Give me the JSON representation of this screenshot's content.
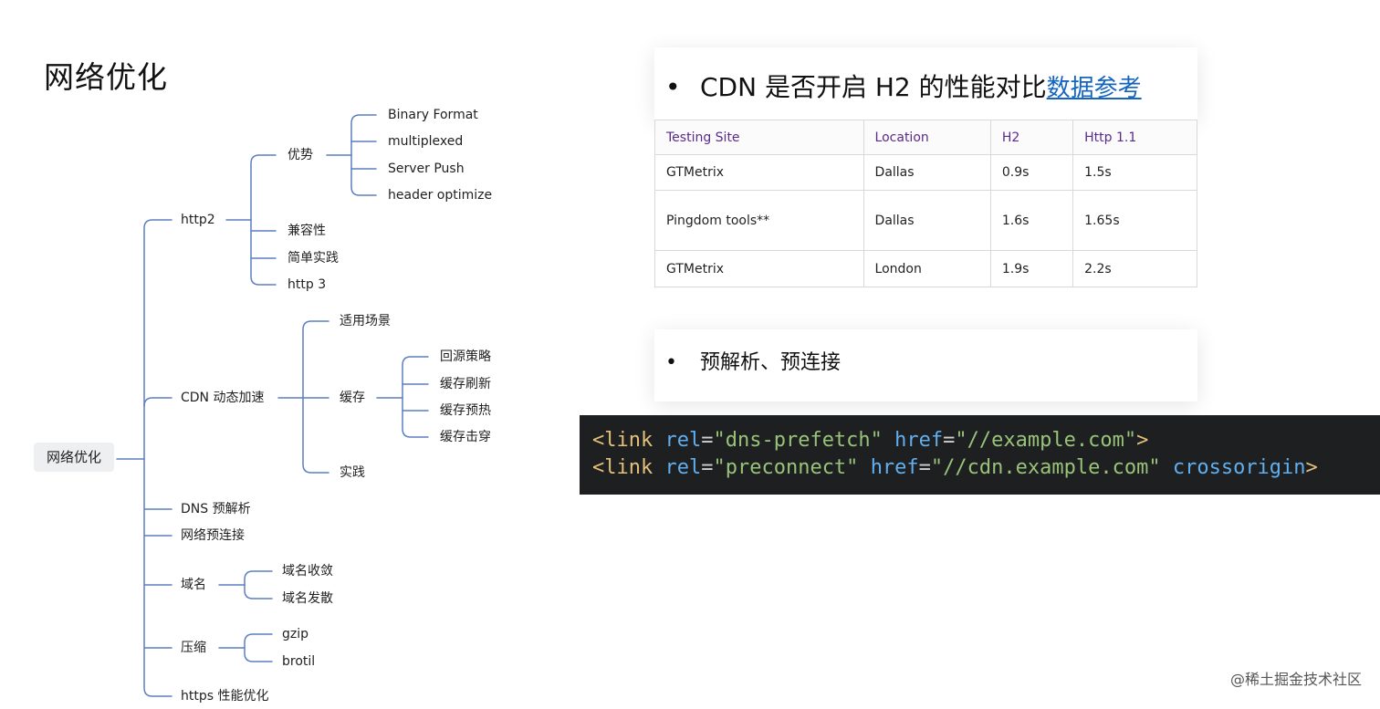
{
  "slide": {
    "title": "网络优化"
  },
  "mindmap": {
    "root": "网络优化",
    "http2": "http2",
    "http2_advantage": "优势",
    "binary_format": "Binary Format",
    "multiplexed": "multiplexed",
    "server_push": "Server Push",
    "header_optimize": "header optimize",
    "compat": "兼容性",
    "simple_practice": "简单实践",
    "http3": "http 3",
    "cdn": "CDN 动态加速",
    "cdn_scene": "适用场景",
    "cdn_cache": "缓存",
    "cache_origin": "回源策略",
    "cache_refresh": "缓存刷新",
    "cache_preheat": "缓存预热",
    "cache_breakdown": "缓存击穿",
    "cdn_practice": "实践",
    "dns": "DNS 预解析",
    "preconnect": "网络预连接",
    "domain": "域名",
    "domain_converge": "域名收敛",
    "domain_scatter": "域名发散",
    "compress": "压缩",
    "gzip": "gzip",
    "brotil": "brotil",
    "https": "https 性能优化"
  },
  "h2card": {
    "bullet": "•",
    "text": "CDN 是否开启 H2 的性能对比",
    "link": "数据参考"
  },
  "table": {
    "headers": [
      "Testing Site",
      "Location",
      "H2",
      "Http 1.1"
    ],
    "rows": [
      [
        "GTMetrix",
        "Dallas",
        "0.9s",
        "1.5s"
      ],
      [
        "Pingdom tools**",
        "Dallas",
        "1.6s",
        "1.65s"
      ],
      [
        "GTMetrix",
        "London",
        "1.9s",
        "2.2s"
      ]
    ]
  },
  "prefetch_card": {
    "bullet": "•",
    "text": "预解析、预连接"
  },
  "code": {
    "line1": {
      "open": "<link",
      "attr1": "rel",
      "eq1": "=",
      "val1": "\"dns-prefetch\"",
      "attr2": "href",
      "eq2": "=",
      "val2": "\"//example.com\"",
      "close": ">"
    },
    "line2": {
      "open": "<link",
      "attr1": "rel",
      "eq1": "=",
      "val1": "\"preconnect\"",
      "attr2": "href",
      "eq2": "=",
      "val2": "\"//cdn.example.com\"",
      "attr3": "crossorigin",
      "close": ">"
    }
  },
  "watermark": "@稀土掘金技术社区",
  "colors": {
    "mindmap_line": "#5b7fc4",
    "table_header": "#5b2a8c",
    "link": "#1565c0",
    "code_bg": "#1d1f21"
  }
}
